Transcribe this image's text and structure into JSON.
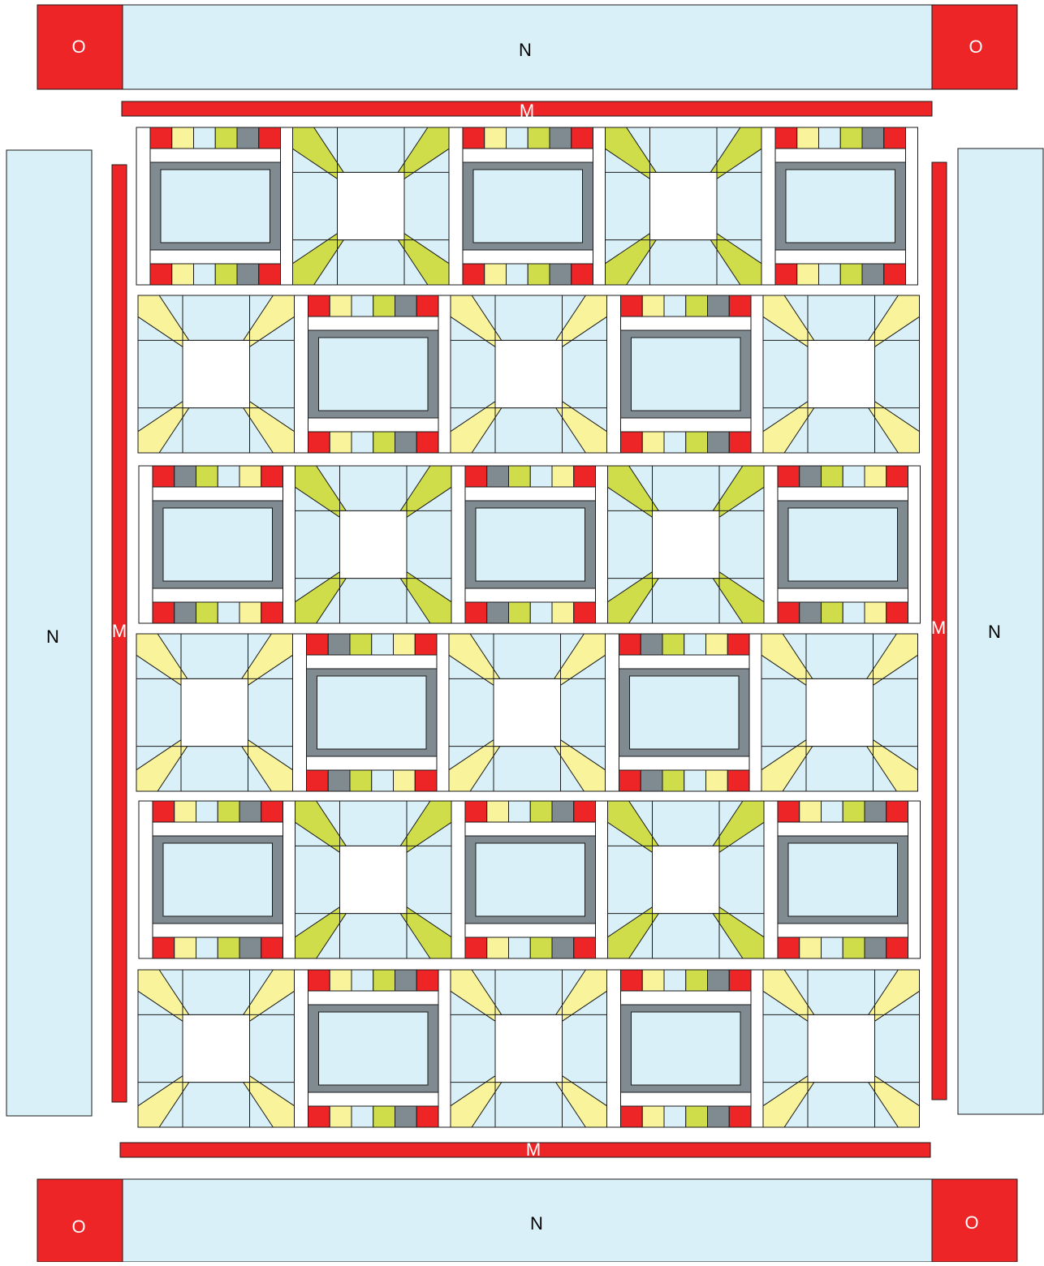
{
  "labels": {
    "border_outer": "N",
    "corner_square": "O",
    "inner_border": "M"
  },
  "colors": {
    "red": "#ee2527",
    "light_blue": "#d9f0f8",
    "white": "#ffffff",
    "gray": "#7f8a91",
    "lime": "#cfdd4b",
    "yellow": "#f9f49b",
    "stroke": "#1a1a1a",
    "label_dark": "#111111",
    "label_light": "#ffffff"
  },
  "quilt": {
    "rows": 6,
    "columns": 5,
    "row_pattern": [
      "frame-first",
      "x-first",
      "frame-first",
      "x-first",
      "frame-first",
      "x-first"
    ],
    "x_block_color_by_row": [
      "lime",
      "yellow",
      "lime",
      "yellow",
      "lime",
      "yellow"
    ],
    "strip_color_sequence_by_row": [
      [
        "red",
        "yellow",
        "light_blue",
        "lime",
        "gray",
        "red"
      ],
      [
        "red",
        "yellow",
        "light_blue",
        "lime",
        "gray",
        "red"
      ],
      [
        "red",
        "gray",
        "lime",
        "light_blue",
        "yellow",
        "red"
      ],
      [
        "red",
        "gray",
        "lime",
        "light_blue",
        "yellow",
        "red"
      ],
      [
        "red",
        "yellow",
        "light_blue",
        "lime",
        "gray",
        "red"
      ],
      [
        "red",
        "yellow",
        "light_blue",
        "lime",
        "gray",
        "red"
      ]
    ]
  }
}
